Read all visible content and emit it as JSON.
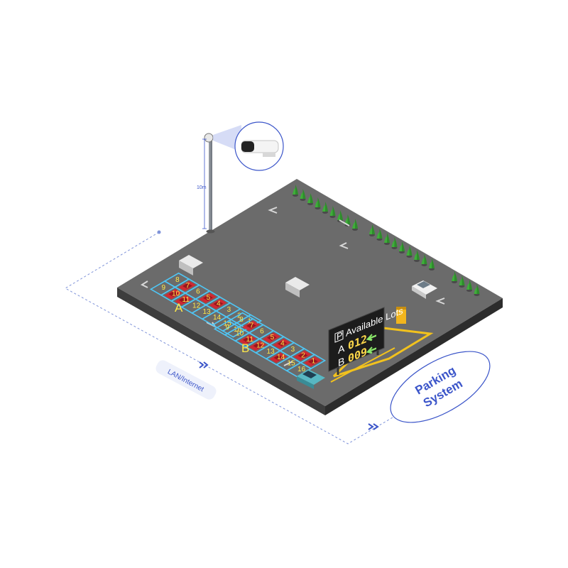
{
  "camera": {
    "height_label": "10m"
  },
  "zones": {
    "a": {
      "label": "A",
      "lots": [
        "1",
        "2",
        "3",
        "4",
        "5",
        "6",
        "7",
        "8",
        "9",
        "10",
        "11",
        "12",
        "13",
        "14",
        "15",
        "16"
      ]
    },
    "b": {
      "label": "B",
      "lots": [
        "1",
        "2",
        "3",
        "4",
        "5",
        "6",
        "7",
        "8",
        "9",
        "10",
        "11",
        "12",
        "13",
        "14",
        "15",
        "16"
      ]
    }
  },
  "sign": {
    "title": "Available Lots",
    "parking_symbol": "P",
    "rows": [
      {
        "zone": "A",
        "count": "012"
      },
      {
        "zone": "B",
        "count": "009"
      }
    ]
  },
  "network": {
    "label": "LAN/Internet"
  },
  "system": {
    "line1": "Parking",
    "line2": "System"
  },
  "colors": {
    "accent": "#3b55c9",
    "asphalt": "#6a6a6a",
    "lot_outline": "#4fc6f5",
    "lot_number": "#ffe94a",
    "car_red": "#d8242f",
    "tree_green": "#3fae3a",
    "sign_counts": "#ffd84a"
  }
}
